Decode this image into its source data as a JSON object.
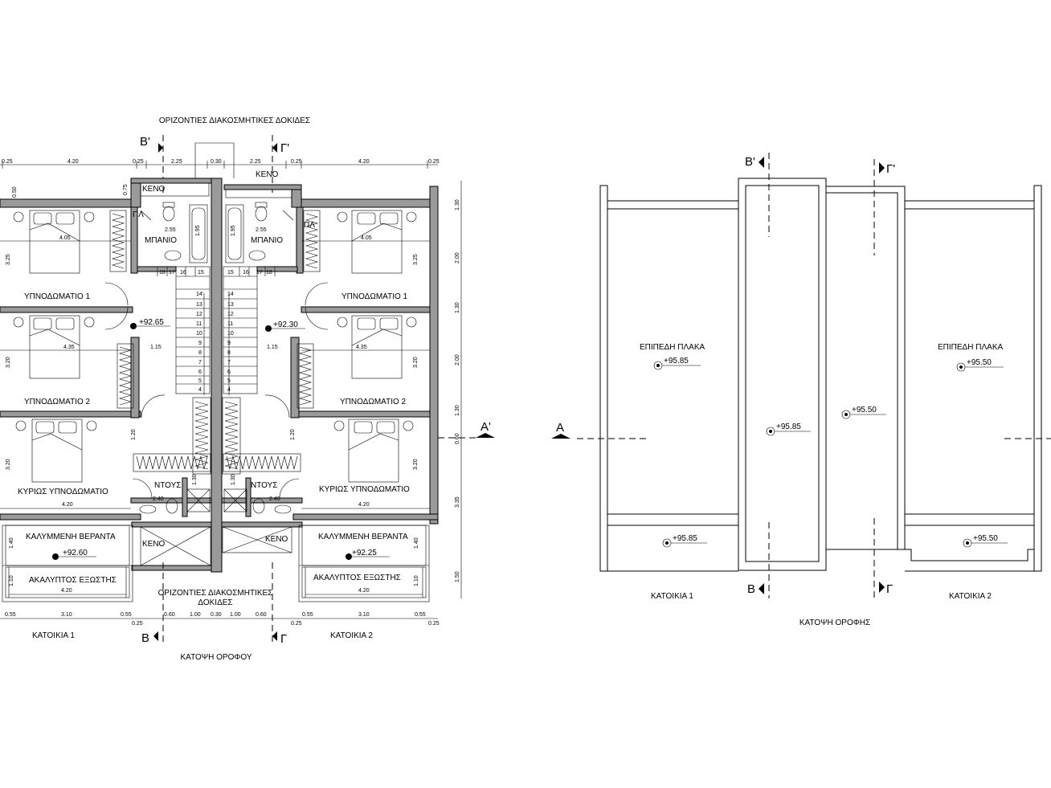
{
  "floor_plan": {
    "title": "ΚΑΤΟΨΗ ΟΡΟΦΟΥ",
    "top_note": "ΟΡΙΖΟΝΤΙΕΣ ΔΙΑΚΟΣΜΗΤΙΚΕΣ ΔΟΚΙΔΕΣ",
    "bottom_note_1": "ΟΡΙΖΟΝΤΙΕΣ ΔΙΑΚΟΣΜΗΤΙΚΕΣ",
    "bottom_note_2": "ΔΟΚΙΔΕΣ",
    "unit_1": "ΚΑΤΟΙΚΙΑ 1",
    "unit_2": "ΚΑΤΟΙΚΙΑ 2",
    "section_b_top": "B'",
    "section_g_top": "Γ'",
    "section_b_bottom": "B",
    "section_g_bottom": "Γ",
    "section_a_right": "A'",
    "rooms": {
      "keno_top_left": "ΚΕΝΟ",
      "keno_top_right": "ΚΕΝΟ",
      "keno_bottom_left": "ΚΕΝΟ",
      "keno_bottom_right": "ΚΕΝΟ",
      "bath_left": "ΜΠΑΝΙΟ",
      "bath_right": "ΜΠΑΝΙΟ",
      "pl_left": "ΠΛ",
      "pl_right": "ΠΛ",
      "bed1_left": "ΥΠΝΟΔΩΜΑΤΙΟ 1",
      "bed1_right": "ΥΠΝΟΔΩΜΑΤΙΟ 1",
      "bed2_left": "ΥΠΝΟΔΩΜΑΤΙΟ 2",
      "bed2_right": "ΥΠΝΟΔΩΜΑΤΙΟ 2",
      "master_left": "ΚΥΡΙΩΣ ΥΠΝΟΔΩΜΑΤΙΟ",
      "master_right": "ΚΥΡΙΩΣ ΥΠΝΟΔΩΜΑΤΙΟ",
      "ntous_left": "ΝΤΟΥΣ",
      "ntous_right": "ΝΤΟΥΣ",
      "veranda_left": "ΚΑΛΥΜΜΕΝΗ ΒΕΡΑΝΤΑ",
      "veranda_right": "ΚΑΛΥΜΜΕΝΗ ΒΕΡΑΝΤΑ",
      "exostis_left": "ΑΚΑΛΥΠΤΟΣ ΕΞΩΣΤΗΣ",
      "exostis_right": "ΑΚΑΛΥΠΤΟΣ ΕΞΩΣΤΗΣ"
    },
    "levels": {
      "hall_left": "+92.65",
      "hall_right": "+92.30",
      "veranda_left": "+92.60",
      "veranda_right": "+92.25"
    },
    "dims": {
      "top_1": "0.25",
      "top_2": "4.20",
      "top_3": "0.25",
      "top_4": "2.25",
      "top_5": "0.30",
      "top_6": "2.25",
      "top_7": "0.25",
      "top_8": "4.20",
      "top_9": "0.25",
      "bot_1": "0.55",
      "bot_2": "3.10",
      "bot_3": "0.55",
      "bot_4": "0.25",
      "bot_5": "0.60",
      "bot_6": "1.00",
      "bot_7": "0.30",
      "bot_8": "1.00",
      "bot_9": "0.60",
      "bot_10": "0.25",
      "bot_11": "0.55",
      "bot_12": "3.10",
      "bot_13": "0.55",
      "bot_14": "0.25",
      "right_1": "1.30",
      "right_2": "2.00",
      "right_3": "1.30",
      "right_4": "2.00",
      "right_5": "1.30",
      "right_6": "0.60",
      "right_7": "3.35",
      "right_8": "1.50",
      "left_1": "0.50",
      "left_2": "0.75",
      "bed1_w": "4.05",
      "bed1_h": "3.25",
      "bed2_w": "4.35",
      "bed2_h": "3.20",
      "master_w": "4.20",
      "master_h": "3.20",
      "bath_w": "2.55",
      "bath_h": "1.95",
      "hall_w": "1.15",
      "hall_h": "1.20",
      "shower_w": "2.40",
      "shower_d": "1.30",
      "ver_h": "1.40",
      "ex_h": "1.10",
      "ex_w": "4.20"
    },
    "stairs_left": [
      "18",
      "17",
      "16",
      "15",
      "14'",
      "13",
      "12",
      "11",
      "10",
      "9",
      "8",
      "7",
      "6",
      "5",
      "4"
    ],
    "stairs_right": [
      "15",
      "16",
      "17",
      "18",
      "14",
      "13",
      "12",
      "11",
      "10",
      "9",
      "8",
      "7",
      "6",
      "5",
      "4"
    ]
  },
  "roof_plan": {
    "title": "ΚΑΤΟΨΗ ΟΡΟΦΗΣ",
    "unit_1": "ΚΑΤΟΙΚΙΑ 1",
    "unit_2": "ΚΑΤΟΙΚΙΑ 2",
    "slab_left": "ΕΠΙΠΕΔΗ ΠΛΑΚΑ",
    "slab_right": "ΕΠΙΠΕΔΗ ΠΛΑΚΑ",
    "section_b_top": "B'",
    "section_g_top": "Γ'",
    "section_b_bottom": "B",
    "section_g_bottom": "Γ",
    "section_a_left": "A",
    "levels": {
      "slab_left": "+95.85",
      "slab_right": "+95.50",
      "center_left": "+95.85",
      "center_right": "+95.50",
      "lower_left": "+95.85",
      "lower_right": "+95.50"
    }
  }
}
